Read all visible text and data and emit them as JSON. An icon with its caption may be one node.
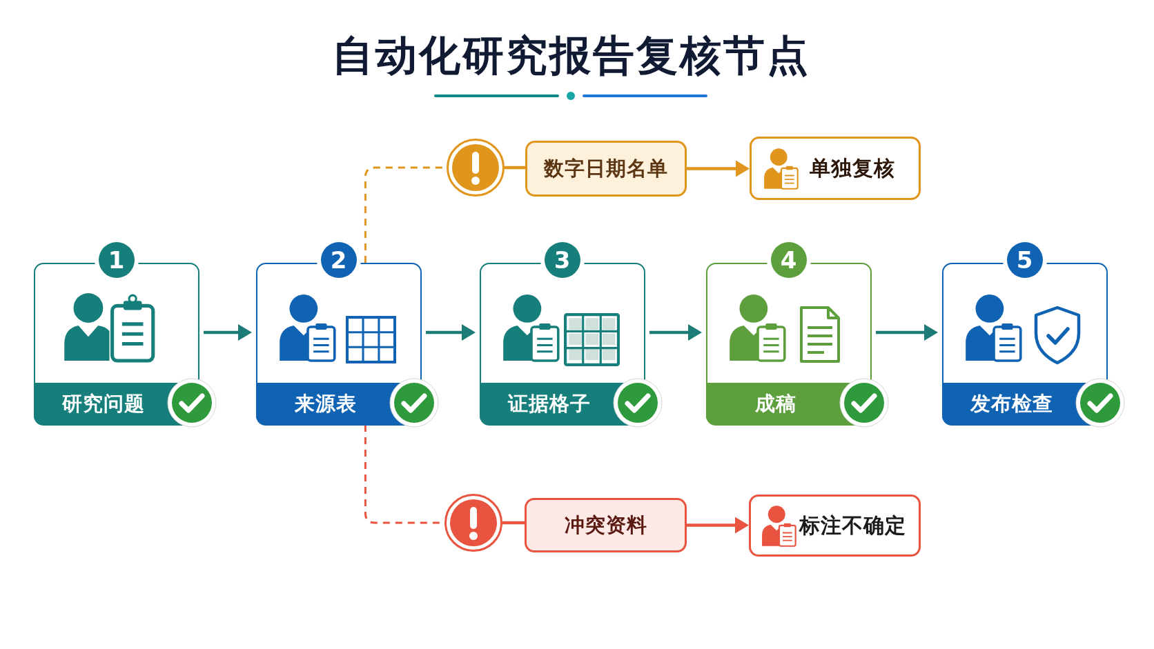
{
  "diagram": {
    "title": "自动化研究报告复核节点",
    "nodes": [
      {
        "text": [],
        "shape": "circle"
      },
      {
        "text": [
          "数字日期名单"
        ]
      },
      {
        "text": [
          "单独复核"
        ]
      },
      {
        "text": [
          "1",
          "研究问题"
        ]
      },
      {
        "text": [
          "2",
          "来源表"
        ]
      },
      {
        "text": [
          "3",
          "证据格子"
        ]
      },
      {
        "text": [
          "4",
          "成稿"
        ]
      },
      {
        "text": [
          "5",
          "发布检查"
        ]
      },
      {
        "text": [],
        "shape": "circle"
      },
      {
        "text": [
          "冲突资料"
        ]
      },
      {
        "text": [
          "标注不确定"
        ]
      }
    ],
    "edges": [
      {
        "from": 3,
        "to": 4,
        "arrow": "to"
      },
      {
        "from": 4,
        "to": 5,
        "arrow": "to"
      },
      {
        "from": 5,
        "to": 6,
        "arrow": "to"
      },
      {
        "from": 6,
        "to": 7,
        "arrow": "to"
      },
      {
        "from": 4,
        "to": 0,
        "arrow": "none",
        "style": "dashed",
        "color": "#e0951c"
      },
      {
        "from": 0,
        "to": 1,
        "arrow": "none",
        "color": "#e0951c"
      },
      {
        "from": 1,
        "to": 2,
        "arrow": "to",
        "color": "#e0951c"
      },
      {
        "from": 4,
        "to": 8,
        "arrow": "none",
        "style": "dashed",
        "color": "#e8543f"
      },
      {
        "from": 8,
        "to": 9,
        "arrow": "none",
        "color": "#e8543f"
      },
      {
        "from": 9,
        "to": 10,
        "arrow": "to",
        "color": "#e8543f"
      }
    ]
  }
}
